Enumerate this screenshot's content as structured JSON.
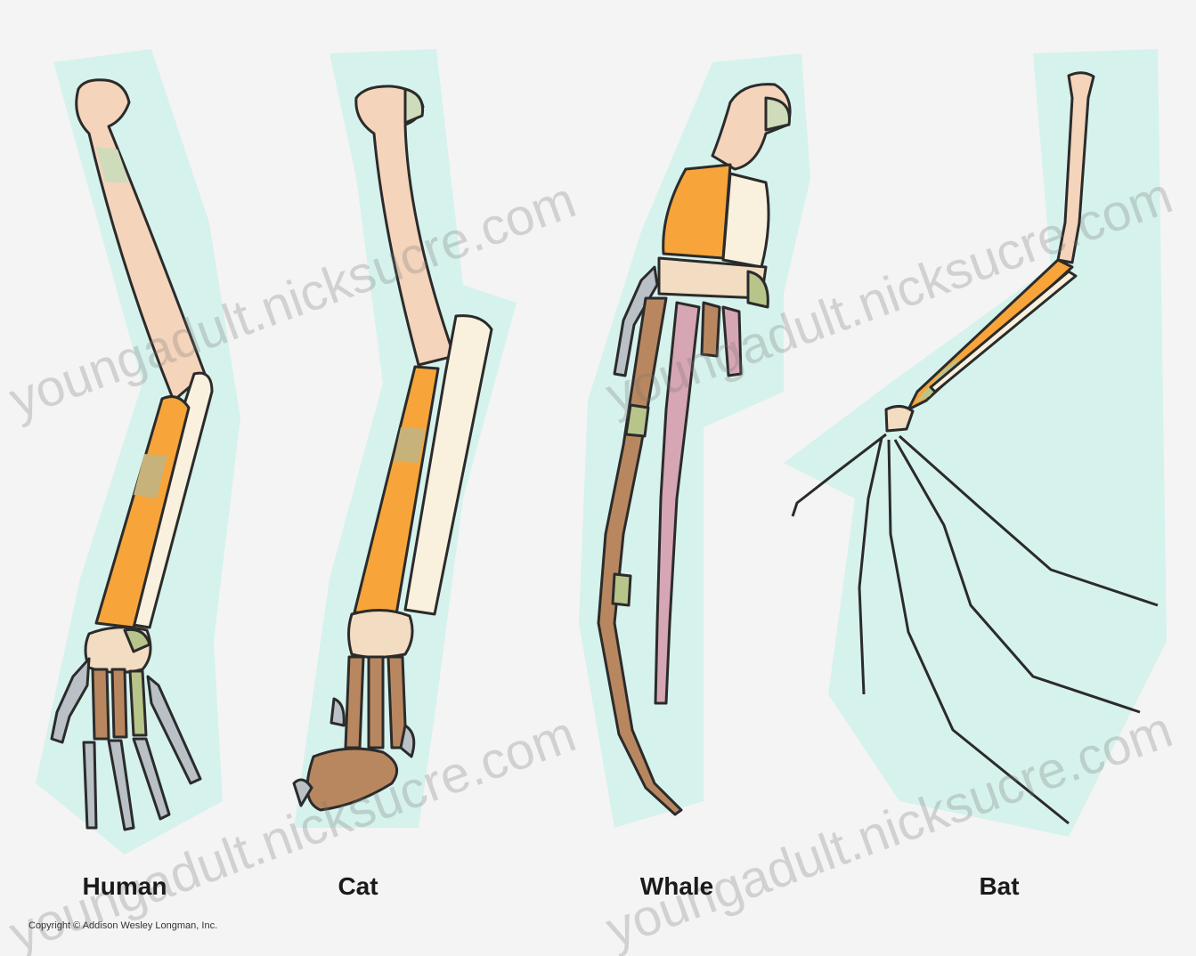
{
  "labels": {
    "human": "Human",
    "cat": "Cat",
    "whale": "Whale",
    "bat": "Bat"
  },
  "copyright": "Copyright © Addison Wesley Longman, Inc.",
  "watermark": "youngadult.nicksucre.com",
  "colors": {
    "background": "#f4f4f4",
    "halo": "#d6f2ec",
    "outline": "#2b2b2b",
    "humerus": "#f4d4bb",
    "radius": "#f7a53a",
    "ulna": "#f9f1de",
    "carpals": "#f2dcc2",
    "metacarpals": "#b9875f",
    "phalanges": "#b9c0c6",
    "accent_green": "#b8c58a",
    "accent_pink": "#d6a6b4"
  }
}
